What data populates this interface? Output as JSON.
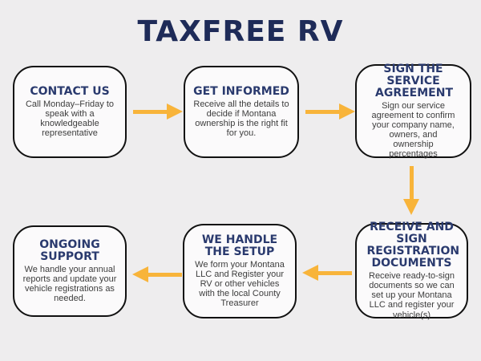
{
  "title": "TAXFREE RV",
  "colors": {
    "background": "#EEEDEE",
    "box_fill": "#FBFAFB",
    "box_border": "#111111",
    "title": "#1E2B58",
    "heading": "#2A3A6E",
    "body": "#3D3D3D",
    "arrow": "#F8B43A"
  },
  "steps": [
    {
      "heading": "CONTACT US",
      "body": "Call Monday–Friday to speak with a knowledgeable representative"
    },
    {
      "heading": "GET INFORMED",
      "body": "Receive all the details to decide if Montana ownership is the right fit for you."
    },
    {
      "heading": "SIGN THE SERVICE AGREEMENT",
      "body": "Sign our service agreement to confirm your company name, owners, and ownership percentages"
    },
    {
      "heading": "RECEIVE AND SIGN REGISTRATION DOCUMENTS",
      "body": "Receive ready-to-sign documents so we can set up your Montana LLC and register your vehicle(s)"
    },
    {
      "heading": "WE HANDLE THE SETUP",
      "body": "We form your Montana LLC and Register your RV or other vehicles with the local County Treasurer"
    },
    {
      "heading": "ONGOING SUPPORT",
      "body": "We handle your annual reports and update your vehicle registrations as needed."
    }
  ],
  "flow_arrows": [
    {
      "from": "contact-us",
      "to": "get-informed",
      "direction": "right"
    },
    {
      "from": "get-informed",
      "to": "sign-the-service-agreement",
      "direction": "right"
    },
    {
      "from": "sign-the-service-agreement",
      "to": "receive-and-sign-registration-documents",
      "direction": "down"
    },
    {
      "from": "receive-and-sign-registration-documents",
      "to": "we-handle-the-setup",
      "direction": "left"
    },
    {
      "from": "we-handle-the-setup",
      "to": "ongoing-support",
      "direction": "left"
    }
  ]
}
